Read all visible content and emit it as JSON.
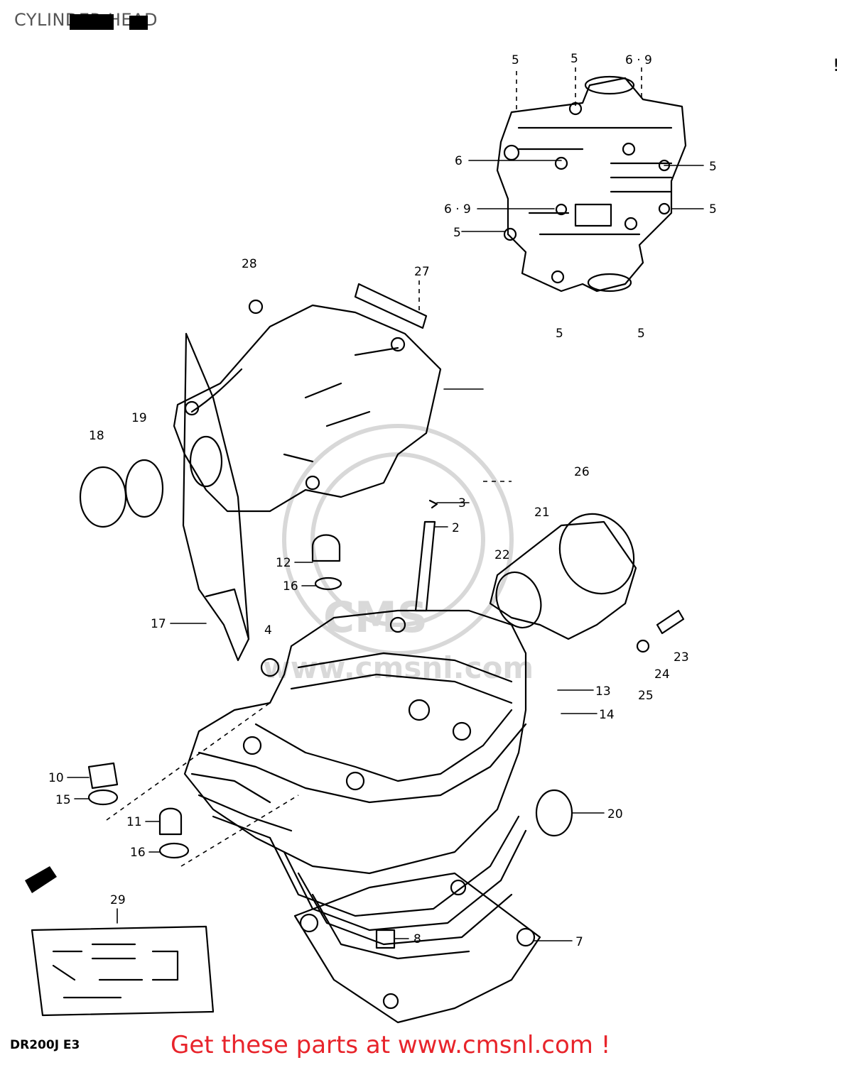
{
  "page": {
    "title": "CYLINDER HEAD",
    "model_code": "DR200J E3",
    "promo": "Get these parts at www.cmsnl.com !",
    "watermark": "www.cmsnl.com",
    "accent_color": "#e8242b"
  },
  "callouts": [
    "5",
    "5",
    "6 · 9",
    "6",
    "5",
    "6 · 9",
    "5",
    "5",
    "5",
    "5",
    "28",
    "27",
    "19",
    "18",
    "26",
    "3",
    "21",
    "2",
    "22",
    "12",
    "16",
    "17",
    "4",
    "13",
    "23",
    "24",
    "14",
    "25",
    "10",
    "15",
    "20",
    "11",
    "16",
    "29",
    "8",
    "7"
  ]
}
